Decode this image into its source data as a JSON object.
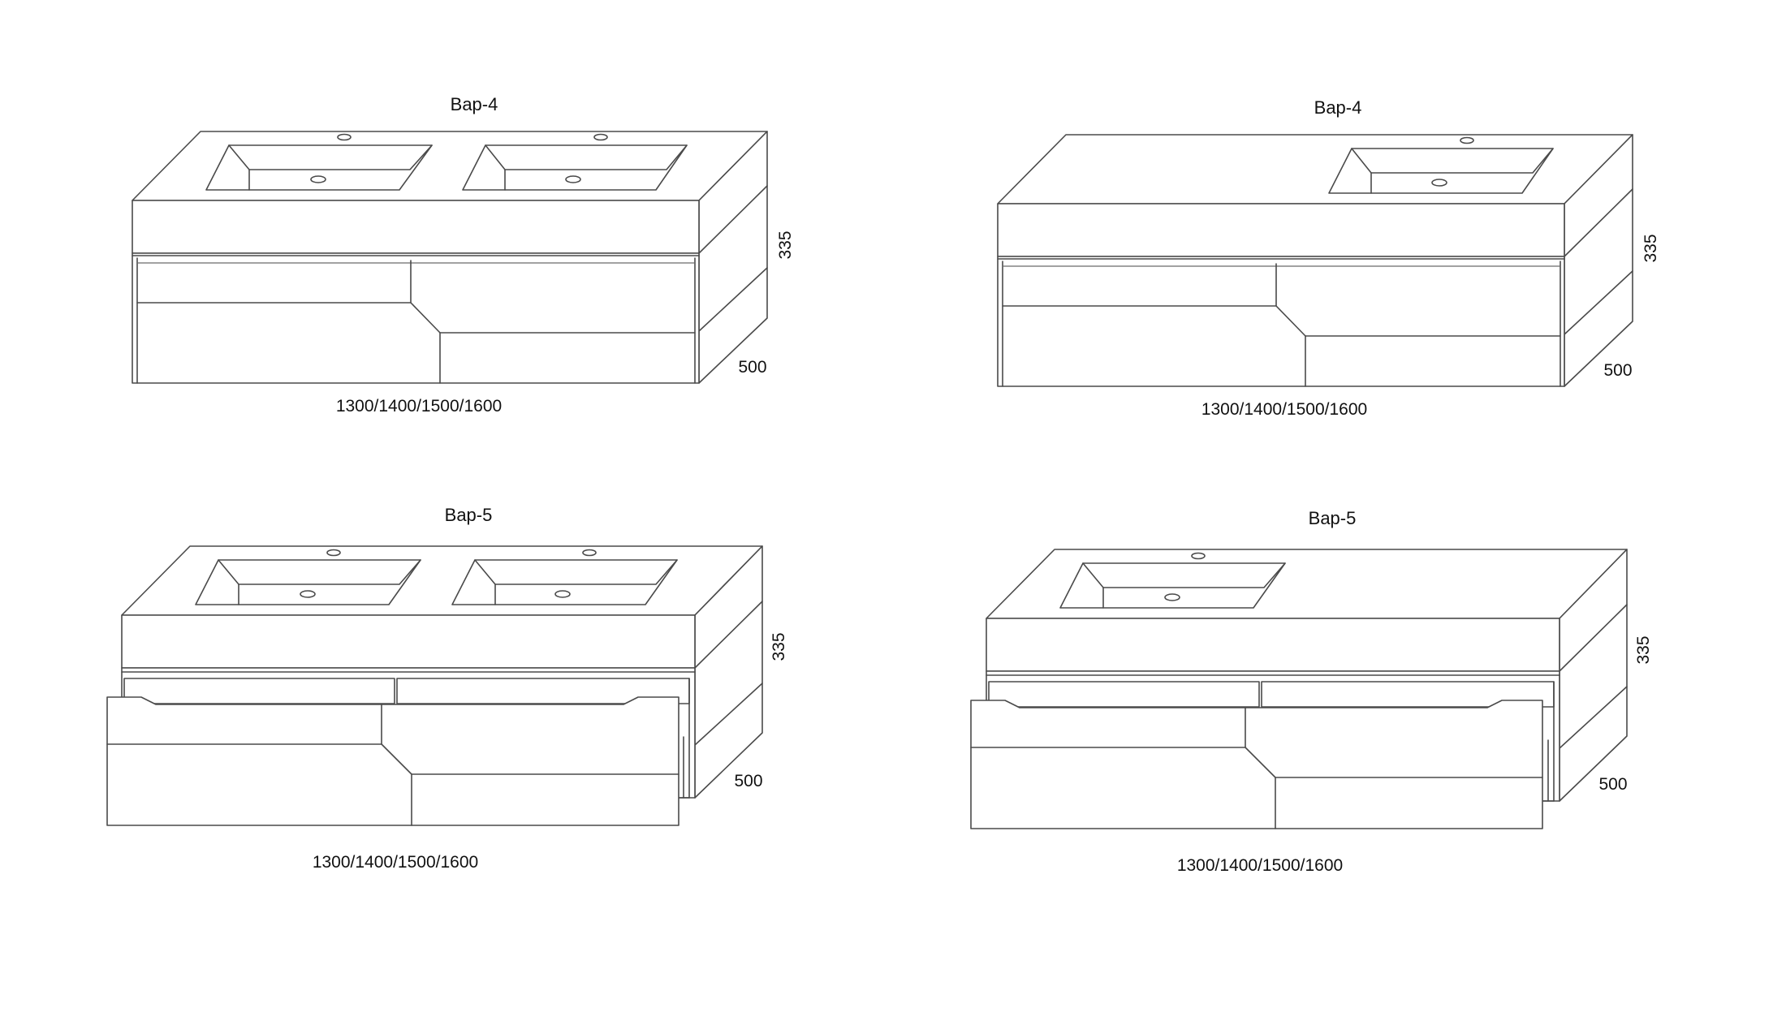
{
  "drawings": [
    {
      "model": "Bap-4",
      "sinks": 2,
      "drawer": "closed",
      "height": "335",
      "depth": "500",
      "widths": "1300/1400/1500/1600"
    },
    {
      "model": "Bap-4",
      "sinks": 1,
      "drawer": "closed",
      "height": "335",
      "depth": "500",
      "widths": "1300/1400/1500/1600"
    },
    {
      "model": "Bap-5",
      "sinks": 2,
      "drawer": "open",
      "height": "335",
      "depth": "500",
      "widths": "1300/1400/1500/1600"
    },
    {
      "model": "Bap-5",
      "sinks": 1,
      "drawer": "open",
      "height": "335",
      "depth": "500",
      "widths": "1300/1400/1500/1600"
    }
  ]
}
